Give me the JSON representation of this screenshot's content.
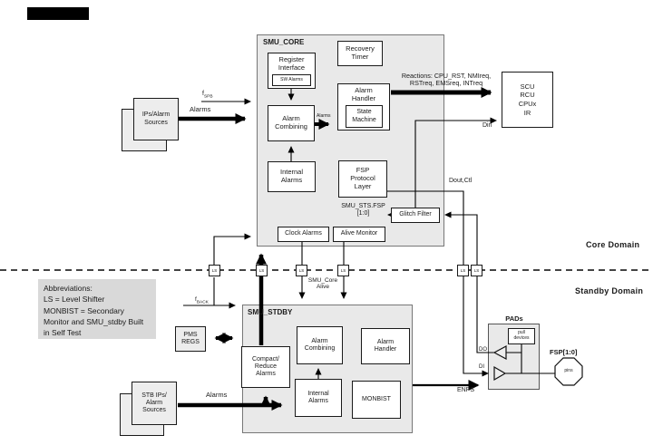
{
  "colors": {
    "big_box_fill": "#e9e9e9",
    "abbrev_fill": "#d9d9d9",
    "line": "#000000"
  },
  "domains": {
    "core": "Core Domain",
    "standby": "Standby Domain"
  },
  "abbreviations": "Abbreviations:\nLS = Level Shifter\nMONBIST = Secondary\nMonitor and SMU_stdby Built\nin Self Test",
  "ls_label": "LS",
  "smu_core": {
    "title": "SMU_CORE",
    "register_interface": "Register\nInterface",
    "sw_alarms": "SW Alarms",
    "recovery_timer": "Recovery\nTimer",
    "alarm_combining": "Alarm\nCombining",
    "alarms_arrow": "Alarms",
    "alarm_handler": "Alarm\nHandler",
    "state_machine": "State\nMachine",
    "internal_alarms": "Internal\nAlarms",
    "fsp_protocol_layer": "FSP\nProtocol\nLayer",
    "smu_sts_fsp": "SMU_STS.FSP\n[1:0]",
    "glitch_filter": "Glitch Filter",
    "clock_alarms": "Clock Alarms",
    "alive_monitor": "Alive Monitor"
  },
  "smu_stdby": {
    "title": "SMU_STDBY",
    "compact_reduce_alarms": "Compact/\nReduce\nAlarms",
    "alarm_combining": "Alarm\nCombining",
    "alarm_handler": "Alarm\nHandler",
    "internal_alarms": "Internal\nAlarms",
    "monbist": "MONBIST"
  },
  "sources": {
    "ips": "IPs/Alarm\nSources",
    "stb": "STB IPs/\nAlarm\nSources",
    "pms_regs": "PMS\nREGS"
  },
  "signals": {
    "fspb_base": "f",
    "fspb_sub": "SPB",
    "fback_base": "f",
    "fback_sub": "BACK",
    "alarms_top": "Alarms",
    "alarms_bottom": "Alarms",
    "reactions": "Reactions: CPU_RST, NMIreq,\nRSTreq, EMSreq, INTreq",
    "din": "Din",
    "dout_ctl": "Dout,Ctl",
    "smu_core_alive": "SMU_Core\nAlive",
    "enps": "ENPS",
    "do": "DO",
    "di": "DI"
  },
  "pads": {
    "title": "PADs",
    "pull_devices": "pull\ndevices",
    "fsp_pins": "FSP[1:0]",
    "pins": "pins"
  },
  "scu": {
    "text": "SCU\nRCU\nCPUx\nIR"
  }
}
